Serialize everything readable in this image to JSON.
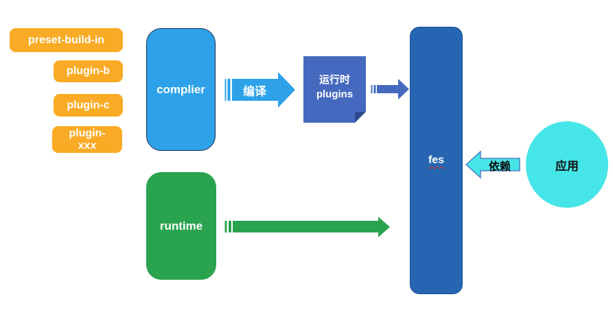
{
  "stack": {
    "color": "#FAAB25",
    "items": [
      {
        "label": "preset-build-in"
      },
      {
        "label": "plugin-b"
      },
      {
        "label": "plugin-c"
      },
      {
        "label": "plugin-xxx"
      }
    ]
  },
  "nodes": {
    "complier": {
      "label": "complier",
      "color": "#2EA2E9"
    },
    "runtime": {
      "label": "runtime",
      "color": "#2AA34F"
    },
    "runtime_plugins": {
      "line1": "运行时",
      "line2": "plugins",
      "color": "#4569BE",
      "shape": "folded-corner-square"
    },
    "fes": {
      "label": "fes",
      "color": "#2565B2",
      "underline": "red-wavy"
    },
    "app": {
      "label": "应用",
      "color": "#46E5E8",
      "shape": "ellipse"
    }
  },
  "arrows": {
    "compile": {
      "label": "编译",
      "color": "#2EA2E9",
      "direction": "right",
      "style": "striped"
    },
    "plugins_to_fes": {
      "color": "#4569BE",
      "direction": "right",
      "style": "striped"
    },
    "runtime_to_fes": {
      "color": "#2AA34F",
      "direction": "right",
      "style": "striped"
    },
    "depends": {
      "label": "依赖",
      "color": "#46E5E8",
      "border_color": "#4f7fc1",
      "direction": "left",
      "style": "outlined"
    }
  }
}
